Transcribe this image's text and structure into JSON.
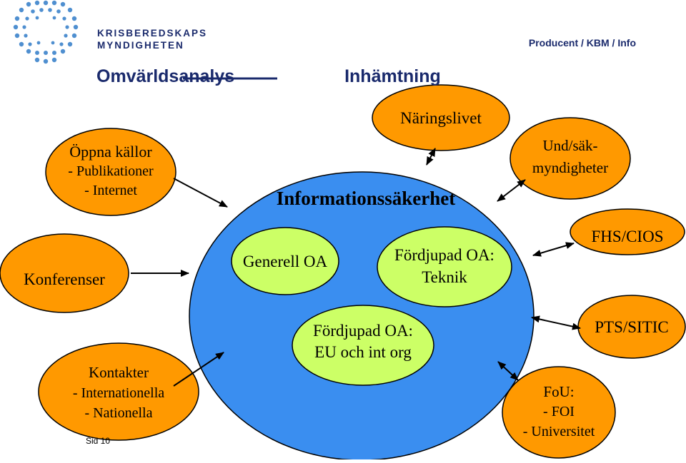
{
  "header": {
    "logo": {
      "line1": "KRISBEREDSKAPS",
      "line2": "MYNDIGHETEN"
    },
    "right_text": "Producent / KBM / Info"
  },
  "title": {
    "part1": "Omvärldsanalys",
    "part2": "Inhämtning"
  },
  "central_circle": {
    "title": "Informationssäkerhet",
    "color": "#3a8ef0",
    "inner_color": "#ccff66"
  },
  "inner_nodes": {
    "generell": [
      "Generell OA"
    ],
    "teknik": [
      "Fördjupad OA:",
      "Teknik"
    ],
    "eu": [
      "Fördjupad OA:",
      "EU och int org"
    ]
  },
  "source_nodes": {
    "oppna": [
      "Öppna källor",
      "- Publikationer",
      "- Internet"
    ],
    "konferenser": [
      "Konferenser"
    ],
    "kontakter": [
      "Kontakter",
      "- Internationella",
      "- Nationella"
    ]
  },
  "partner_nodes": {
    "naringslivet": [
      "Näringslivet"
    ],
    "und": [
      "Und/säk-",
      "myndigheter"
    ],
    "fhs": [
      "FHS/CIOS"
    ],
    "pts": [
      "PTS/SITIC"
    ],
    "fou": [
      "FoU:",
      "- FOI",
      "- Universitet"
    ]
  },
  "colors": {
    "node_fill": "#ff9900",
    "header_blue": "#1a2a6c",
    "arrow": "#000000"
  },
  "footer": {
    "page": "Sid 10"
  }
}
